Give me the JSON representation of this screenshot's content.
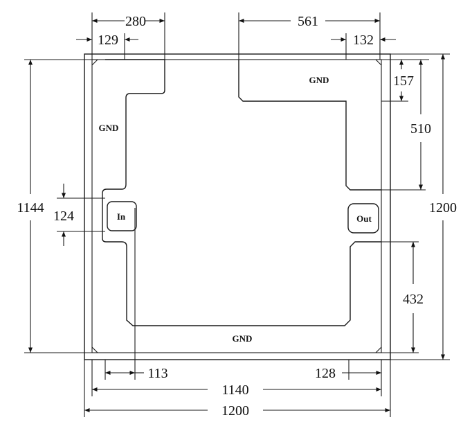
{
  "dimensions": {
    "top_280": "280",
    "top_129": "129",
    "top_561": "561",
    "top_132": "132",
    "right_157": "157",
    "right_510": "510",
    "right_1200": "1200",
    "right_432": "432",
    "left_1144": "1144",
    "left_124": "124",
    "bottom_113": "113",
    "bottom_128": "128",
    "bottom_1140": "1140",
    "bottom_1200": "1200"
  },
  "labels": {
    "gnd_top_right": "GND",
    "gnd_left": "GND",
    "gnd_bottom": "GND",
    "port_in": "In",
    "port_out": "Out"
  }
}
